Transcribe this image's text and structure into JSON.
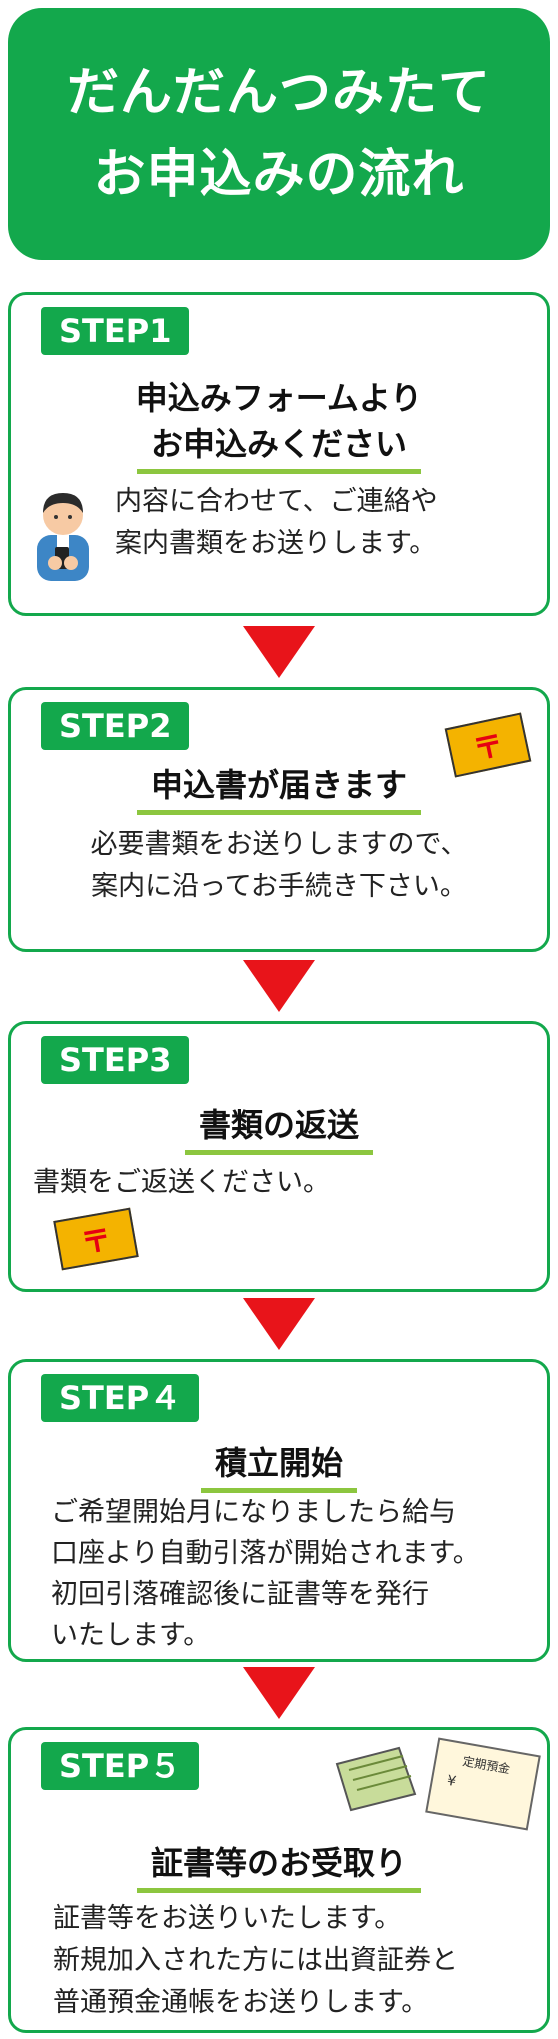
{
  "header": {
    "line1": "だんだんつみたて",
    "line2": "お申込みの流れ"
  },
  "steps": [
    {
      "badge": "STEP1",
      "title1": "申込みフォームより",
      "title2": "お申込みください",
      "body1": "内容に合わせて、ご連絡や",
      "body2": "案内書類をお送りします。"
    },
    {
      "badge": "STEP2",
      "title": "申込書が届きます",
      "body1": "必要書類をお送りしますので、",
      "body2": "案内に沿ってお手続き下さい。"
    },
    {
      "badge": "STEP3",
      "title": "書類の返送",
      "body1": "書類をご返送ください。"
    },
    {
      "badge": "STEP４",
      "title": "積立開始",
      "body1": "ご希望開始月になりましたら給与",
      "body2": "口座より自動引落が開始されます。",
      "body3": "初回引落確認後に証書等を発行",
      "body4": "いたします。"
    },
    {
      "badge": "STEP５",
      "title": "証書等のお受取り",
      "body1": "証書等をお送りいたします。",
      "body2": "新規加入された方には出資証券と",
      "body3": "普通預金通帳をお送りします。"
    }
  ],
  "icons": {
    "postal_mark": "〒",
    "certificate_label": "定期預金",
    "certificate_yen": "¥"
  },
  "colors": {
    "green": "#13a84c",
    "underline": "#8cc63f",
    "arrow": "#e8141a",
    "envelope": "#f4b300"
  }
}
